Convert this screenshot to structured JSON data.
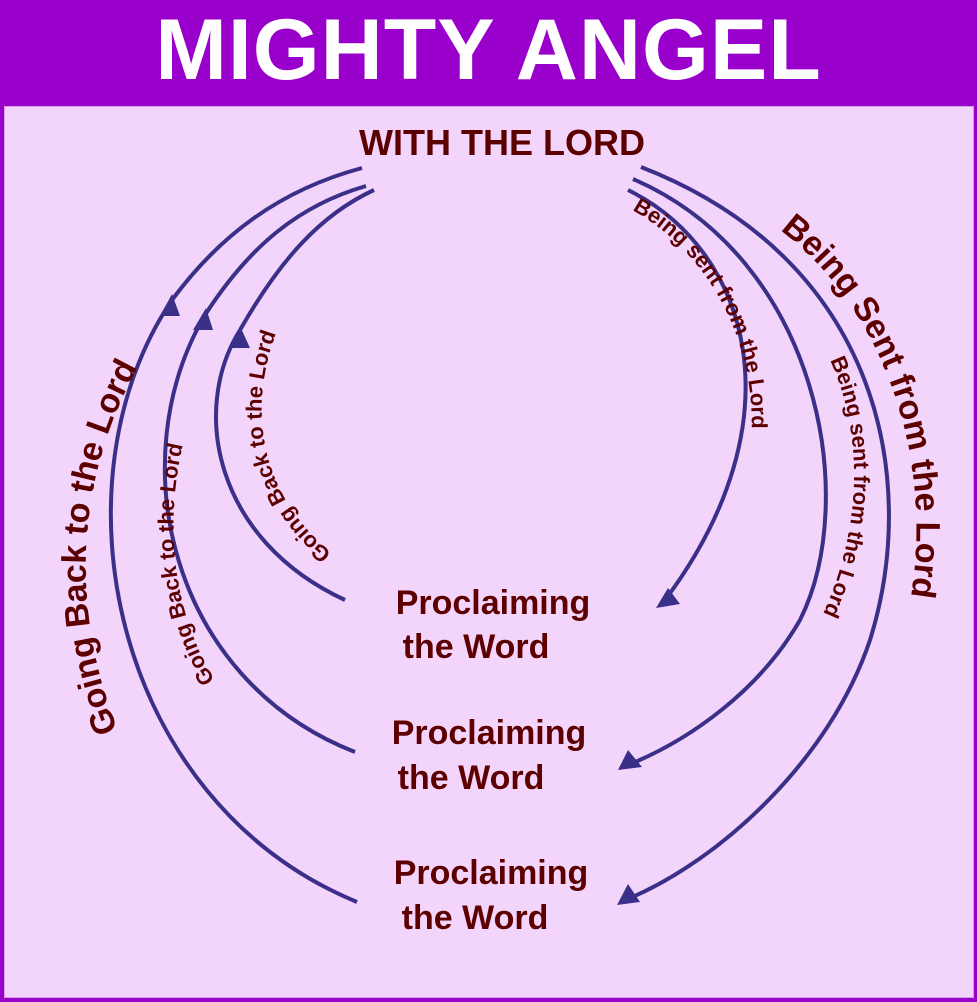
{
  "title": "MIGHTY ANGEL",
  "diagram": {
    "top_node": "WITH THE LORD",
    "proclaiming_nodes": [
      {
        "line1": "Proclaiming",
        "line2": "the Word"
      },
      {
        "line1": "Proclaiming",
        "line2": "the Word"
      },
      {
        "line1": "Proclaiming",
        "line2": "the Word"
      }
    ],
    "going_back_labels": [
      "Going Back to the Lord",
      "Going Back to the Lord",
      "Going Back to the Lord"
    ],
    "being_sent_labels": [
      "Being sent from the Lord",
      "Being sent from the Lord",
      "Being Sent from the Lord"
    ]
  },
  "colors": {
    "header_bg": "#9900cc",
    "panel_bg": "#f3d4fb",
    "text": "#5c0000",
    "arrows": "#3a3088",
    "title_text": "#ffffff"
  }
}
